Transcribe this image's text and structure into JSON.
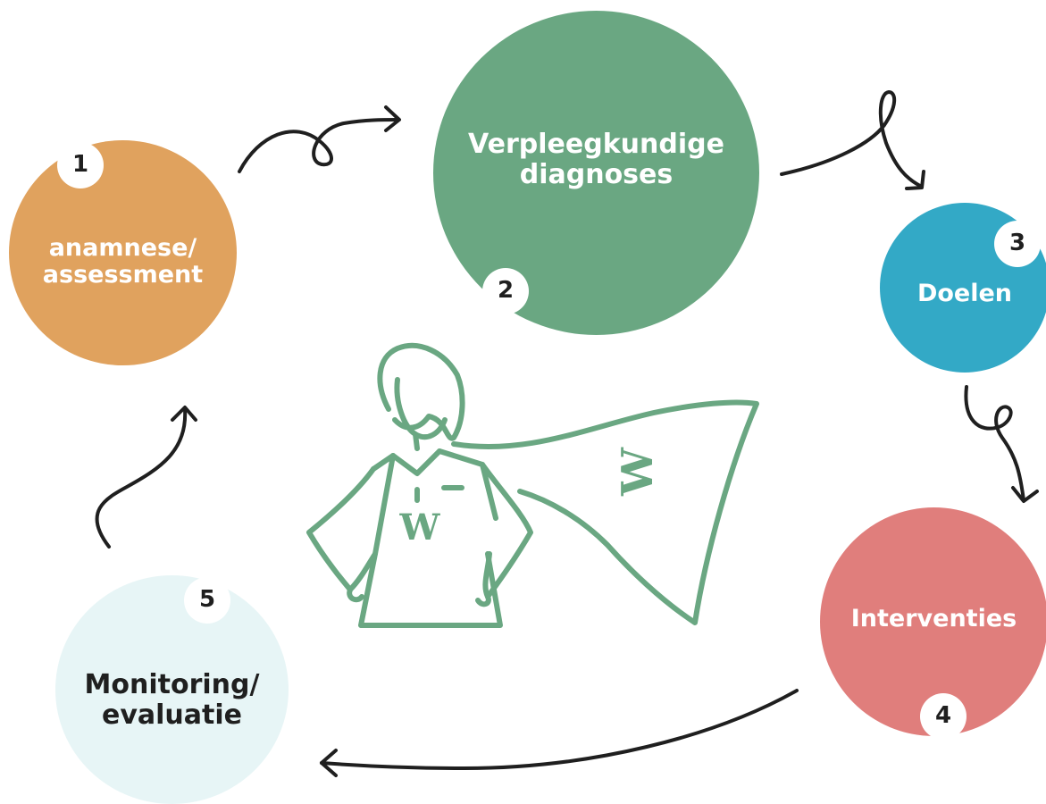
{
  "steps": [
    {
      "number": "1",
      "label": "anamnese/\nassessment"
    },
    {
      "number": "2",
      "label": "Verpleegkundige\ndiagnoses"
    },
    {
      "number": "3",
      "label": "Doelen"
    },
    {
      "number": "4",
      "label": "Interventies"
    },
    {
      "number": "5",
      "label": "Monitoring/\nevaluatie"
    }
  ],
  "logo_letter": "W",
  "colors": {
    "step1": "#e0a25e",
    "step2": "#6aa782",
    "step3": "#33a9c6",
    "step4": "#e07e7c",
    "step5": "#e7f5f6",
    "illustration": "#6aa782",
    "arrows": "#1f1f1f"
  }
}
